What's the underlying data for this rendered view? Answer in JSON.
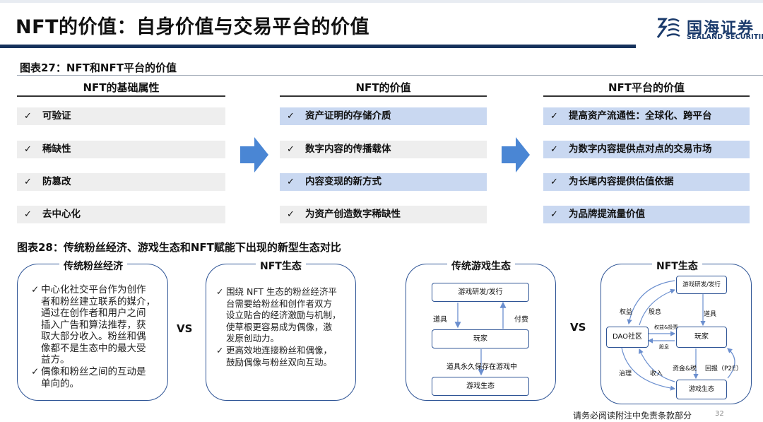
{
  "header": {
    "title": "NFT的价值：自身价值与交易平台的价值",
    "logo_cn": "国海证券",
    "logo_en": "SEALAND SECURITIES"
  },
  "figure27": {
    "caption": "图表27：NFT和NFT平台的价值",
    "columns": [
      {
        "heading": "NFT的基础属性",
        "items": [
          "可验证",
          "稀缺性",
          "防篡改",
          "去中心化"
        ]
      },
      {
        "heading": "NFT的价值",
        "items": [
          "资产证明的存储介质",
          "数字内容的传播载体",
          "内容变现的新方式",
          "为资产创造数字稀缺性"
        ]
      },
      {
        "heading": "NFT平台的价值",
        "items": [
          "提高资产流通性：全球化、跨平台",
          "为数字内容提供点对点的交易市场",
          "为长尾内容提供估值依据",
          "为品牌提流量价值"
        ]
      }
    ],
    "check_glyph": "✓",
    "colors": {
      "grey_row": "#eeeeee",
      "blue_row": "#c9d8f1",
      "arrow": "#4a86d4"
    }
  },
  "figure28": {
    "caption": "图表28：传统粉丝经济、游戏生态和NFT赋能下出现的新型生态对比",
    "vs_label": "VS",
    "fan_traditional": {
      "title": "传统粉丝经济",
      "bullets": [
        [
          "中心化社交平台作为创作",
          "者和粉丝建立联系的媒介，",
          "通过在创作者和用户之间",
          "插入广告和算法推荐，获",
          "取大部分收入。粉丝和偶",
          "像都不是生态中的最大受",
          "益方。"
        ],
        [
          "偶像和粉丝之间的互动是",
          "单向的。"
        ]
      ]
    },
    "fan_nft": {
      "title": "NFT生态",
      "bullets": [
        [
          "围绕 NFT 生态的粉丝经济平",
          "台需要给粉丝和创作者双方",
          "设立贴合的经济激励与机制，",
          "使草根更容易成为偶像，激",
          "发原创动力。"
        ],
        [
          "更高效地连接粉丝和偶像，",
          "鼓励偶像与粉丝双向互动。"
        ]
      ]
    },
    "game_traditional": {
      "title": "传统游戏生态",
      "nodes": {
        "dev": "游戏研发/发行",
        "player": "玩家",
        "eco": "游戏生态"
      },
      "labels": {
        "props": "道具",
        "pay": "付费",
        "persist": "道具永久保存在游戏中"
      }
    },
    "game_nft": {
      "title": "NFT生态",
      "nodes": {
        "dev": "游戏研发/发行",
        "dao": "DAO社区",
        "player": "玩家",
        "eco": "游戏生态"
      },
      "labels": {
        "rights": "权益",
        "dividend1": "股息",
        "props": "道具",
        "rights_vote": "权益&投票",
        "dividend2": "股息",
        "governance": "治理",
        "income": "收入",
        "asset_tax": "资金&税",
        "p2e": "回报（P2E）"
      }
    }
  },
  "footer": {
    "disclaimer": "请务必阅读附注中免责条款部分",
    "page": "32"
  }
}
